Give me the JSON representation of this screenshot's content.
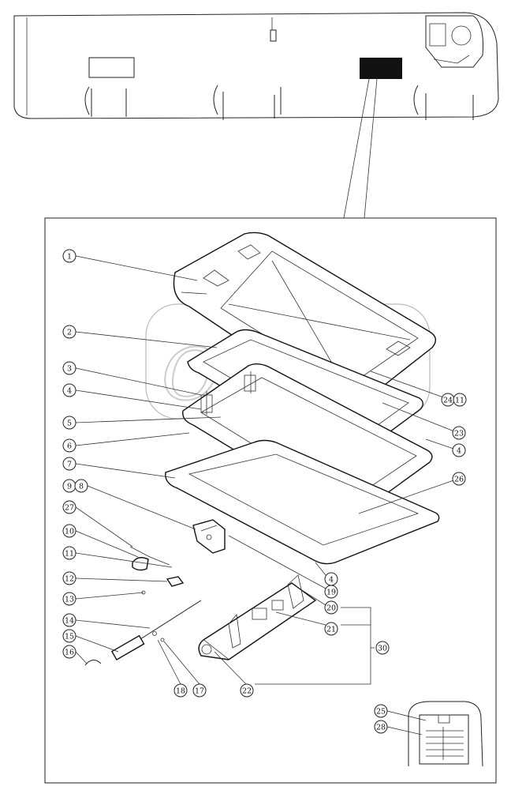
{
  "diagram": {
    "callouts": [
      {
        "id": "c1",
        "label": "1"
      },
      {
        "id": "c2",
        "label": "2"
      },
      {
        "id": "c3",
        "label": "3"
      },
      {
        "id": "c4a",
        "label": "4"
      },
      {
        "id": "c5",
        "label": "5"
      },
      {
        "id": "c6",
        "label": "6"
      },
      {
        "id": "c7",
        "label": "7"
      },
      {
        "id": "c9",
        "label": "9"
      },
      {
        "id": "c8",
        "label": "8"
      },
      {
        "id": "c27",
        "label": "27"
      },
      {
        "id": "c10",
        "label": "10"
      },
      {
        "id": "c11a",
        "label": "11"
      },
      {
        "id": "c12",
        "label": "12"
      },
      {
        "id": "c13",
        "label": "13"
      },
      {
        "id": "c14",
        "label": "14"
      },
      {
        "id": "c15",
        "label": "15"
      },
      {
        "id": "c16",
        "label": "16"
      },
      {
        "id": "c18",
        "label": "18"
      },
      {
        "id": "c17",
        "label": "17"
      },
      {
        "id": "c22",
        "label": "22"
      },
      {
        "id": "c21",
        "label": "21"
      },
      {
        "id": "c20",
        "label": "20"
      },
      {
        "id": "c19",
        "label": "19"
      },
      {
        "id": "c4b",
        "label": "4"
      },
      {
        "id": "c30",
        "label": "30"
      },
      {
        "id": "c26",
        "label": "26"
      },
      {
        "id": "c4c",
        "label": "4"
      },
      {
        "id": "c23",
        "label": "23"
      },
      {
        "id": "c24",
        "label": "24"
      },
      {
        "id": "c11b",
        "label": "11"
      },
      {
        "id": "c25",
        "label": "25"
      },
      {
        "id": "c28",
        "label": "28"
      }
    ]
  }
}
